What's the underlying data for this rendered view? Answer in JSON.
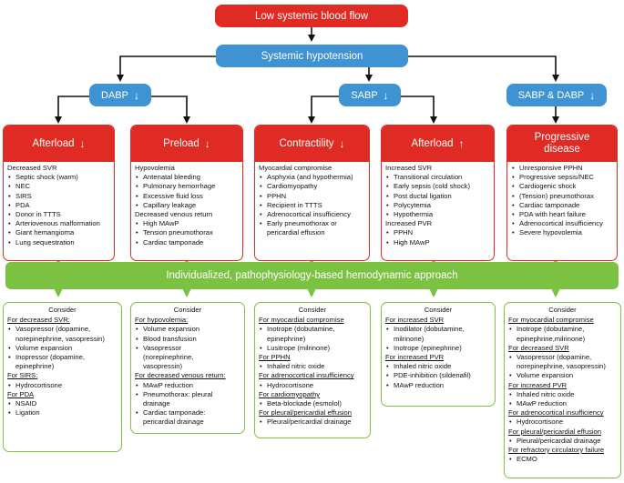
{
  "top": {
    "title": "Low systemic blood flow"
  },
  "second": {
    "title": "Systemic hypotension"
  },
  "branches": [
    {
      "label": "DABP",
      "arrow": "↓"
    },
    {
      "label": "SABP",
      "arrow": "↓"
    },
    {
      "label": "SABP & DABP",
      "arrow": "↓"
    }
  ],
  "categories": [
    {
      "title": "Afterload",
      "arrow": "↓",
      "lines": [
        {
          "t": "Decreased SVR",
          "b": false
        },
        {
          "t": "Septic shock (warm)",
          "b": true
        },
        {
          "t": "NEC",
          "b": true
        },
        {
          "t": "SIRS",
          "b": true
        },
        {
          "t": "PDA",
          "b": true
        },
        {
          "t": "Donor in TTTS",
          "b": true
        },
        {
          "t": "Arteriovenous malformation",
          "b": true
        },
        {
          "t": "Giant hemangioma",
          "b": true
        },
        {
          "t": "Lung sequestration",
          "b": true
        }
      ]
    },
    {
      "title": "Preload",
      "arrow": "↓",
      "lines": [
        {
          "t": "Hypovolemia",
          "b": false
        },
        {
          "t": "Antenatal bleeding",
          "b": true
        },
        {
          "t": "Pulmonary hemorrhage",
          "b": true
        },
        {
          "t": "Excessive fluid loss",
          "b": true
        },
        {
          "t": "Capillary leakage",
          "b": true
        },
        {
          "t": "Decreased venous return",
          "b": false
        },
        {
          "t": "High MAwP",
          "b": true
        },
        {
          "t": "Tension pneumothorax",
          "b": true
        },
        {
          "t": "Cardiac tamponade",
          "b": true
        }
      ]
    },
    {
      "title": "Contractility",
      "arrow": "↓",
      "lines": [
        {
          "t": "Myocardial compromise",
          "b": false
        },
        {
          "t": "Asphyxia (and hypothermia)",
          "b": true
        },
        {
          "t": "Cardiomyopathy",
          "b": true
        },
        {
          "t": "PPHN",
          "b": true
        },
        {
          "t": "Recipient in TTTS",
          "b": true
        },
        {
          "t": "Adrenocortical insufficiency",
          "b": true
        },
        {
          "t": "Early pneumothorax or",
          "b": true
        },
        {
          "t": "pericardial effusion",
          "b": "cont"
        }
      ]
    },
    {
      "title": "Afterload",
      "arrow": "↑",
      "lines": [
        {
          "t": "Increased SVR",
          "b": false
        },
        {
          "t": "Transitional circulation",
          "b": true
        },
        {
          "t": "Early sepsis (cold shock)",
          "b": true
        },
        {
          "t": "Post ductal ligation",
          "b": true
        },
        {
          "t": "Polycytemia",
          "b": true
        },
        {
          "t": "Hypothermia",
          "b": true
        },
        {
          "t": "Increased PVR",
          "b": false
        },
        {
          "t": "PPHN",
          "b": true
        },
        {
          "t": "High MAwP",
          "b": true
        }
      ]
    },
    {
      "title": "Progressive disease",
      "arrow": "",
      "lines": [
        {
          "t": "Unresponsive PPHN",
          "b": true
        },
        {
          "t": "Progressive sepsis/NEC",
          "b": true
        },
        {
          "t": "Cardiogenic shock",
          "b": true
        },
        {
          "t": "(Tension) pneumothorax",
          "b": true
        },
        {
          "t": "Cardiac tamponade",
          "b": true
        },
        {
          "t": "PDA with heart failure",
          "b": true
        },
        {
          "t": "Adrenocortical insufficiency",
          "b": true
        },
        {
          "t": "Severe hypovolemia",
          "b": true
        }
      ]
    }
  ],
  "approach": {
    "title": "Individualized, pathophysiology-based hemodynamic approach"
  },
  "considers": [
    {
      "title": "Consider",
      "lines": [
        {
          "t": "For decreased SVR:",
          "k": "u"
        },
        {
          "t": "Vasopressor (dopamine,",
          "k": "b"
        },
        {
          "t": "norepinephrine, vasopressin)",
          "k": "c"
        },
        {
          "t": "Volume expansion",
          "k": "b"
        },
        {
          "t": "Inopressor (dopamine,",
          "k": "b"
        },
        {
          "t": "epinephrine)",
          "k": "c"
        },
        {
          "t": "For SIRS:",
          "k": "u"
        },
        {
          "t": "Hydrocortisone",
          "k": "b"
        },
        {
          "t": "For PDA",
          "k": "u"
        },
        {
          "t": "NSAID",
          "k": "b"
        },
        {
          "t": "Ligation",
          "k": "b"
        }
      ]
    },
    {
      "title": "Consider",
      "lines": [
        {
          "t": "For hypovolemia:",
          "k": "u"
        },
        {
          "t": "Volume expansion",
          "k": "b"
        },
        {
          "t": "Blood transfusion",
          "k": "b"
        },
        {
          "t": "Vasopressor",
          "k": "b"
        },
        {
          "t": "(norepinephrine,",
          "k": "c"
        },
        {
          "t": "vasopressin)",
          "k": "c"
        },
        {
          "t": "For decreased venous return:",
          "k": "u"
        },
        {
          "t": "MAwP reduction",
          "k": "b"
        },
        {
          "t": "Pneumothorax: pleural",
          "k": "b"
        },
        {
          "t": "drainage",
          "k": "c"
        },
        {
          "t": "Cardiac tamponade:",
          "k": "b"
        },
        {
          "t": "pericardial drainage",
          "k": "c"
        }
      ]
    },
    {
      "title": "Consider",
      "lines": [
        {
          "t": "For myocardial compromise",
          "k": "u"
        },
        {
          "t": "Inotrope (dobutamine,",
          "k": "b"
        },
        {
          "t": "epinephrine)",
          "k": "c"
        },
        {
          "t": "Lusitrope (milrinone)",
          "k": "b"
        },
        {
          "t": "For PPHN",
          "k": "u"
        },
        {
          "t": "Inhaled nitric oxide",
          "k": "b"
        },
        {
          "t": "For adrenocortical insufficiency",
          "k": "u"
        },
        {
          "t": "Hydrocortisone",
          "k": "b"
        },
        {
          "t": "For cardiomyopathy",
          "k": "u"
        },
        {
          "t": "Beta-blockade (esmolol)",
          "k": "b"
        },
        {
          "t": "For pleural/pericardial effusion",
          "k": "u"
        },
        {
          "t": "Pleural/pericardial drainage",
          "k": "b"
        }
      ]
    },
    {
      "title": "Consider",
      "lines": [
        {
          "t": "For increased SVR",
          "k": "u"
        },
        {
          "t": "Inodilator (dobutamine,",
          "k": "b"
        },
        {
          "t": "milrinone)",
          "k": "c"
        },
        {
          "t": "Inotrope (epinephrine)",
          "k": "b"
        },
        {
          "t": "For increased PVR",
          "k": "u"
        },
        {
          "t": "Inhaled nitric oxide",
          "k": "b"
        },
        {
          "t": "PDE-inhibition (sildenafil)",
          "k": "b"
        },
        {
          "t": "MAwP reduction",
          "k": "b"
        }
      ]
    },
    {
      "title": "Consider",
      "lines": [
        {
          "t": "For myocardial compromise",
          "k": "u"
        },
        {
          "t": "Inotrope (dobutamine,",
          "k": "b"
        },
        {
          "t": "epinephrine,milrinone)",
          "k": "c"
        },
        {
          "t": "For decreased SVR",
          "k": "u"
        },
        {
          "t": "Vasopressor (dopamine,",
          "k": "b"
        },
        {
          "t": "norepinephrine, vasopressin)",
          "k": "c"
        },
        {
          "t": "Volume expansion",
          "k": "b"
        },
        {
          "t": "For increased PVR",
          "k": "u"
        },
        {
          "t": "Inhaled nitric oxide",
          "k": "b"
        },
        {
          "t": "MAwP reduction",
          "k": "b"
        },
        {
          "t": "For adrenocortical insufficiency",
          "k": "u"
        },
        {
          "t": "Hydrocortisone",
          "k": "b"
        },
        {
          "t": "For pleural/pericardial effusion",
          "k": "u"
        },
        {
          "t": "Pleural/pericardial drainage",
          "k": "b"
        },
        {
          "t": "For refractory circulatory failure",
          "k": "u"
        },
        {
          "t": "ECMO",
          "k": "b"
        }
      ]
    }
  ]
}
